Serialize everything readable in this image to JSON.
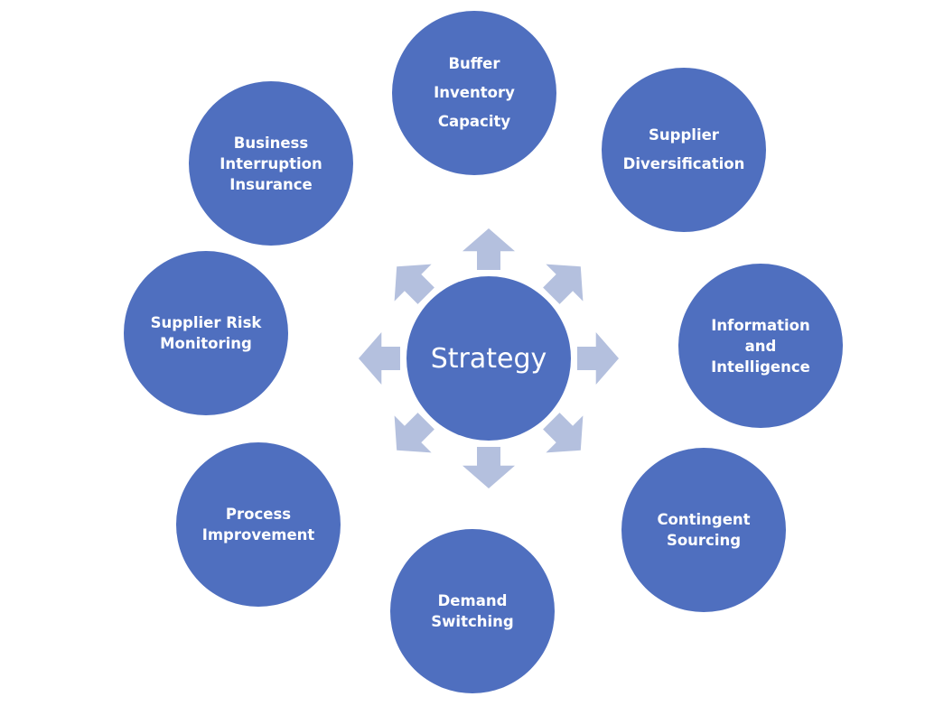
{
  "center": {
    "label": "Strategy"
  },
  "nodes": [
    {
      "id": "buffer-inventory-capacity",
      "lines": [
        "Buffer",
        "Inventory",
        "Capacity"
      ]
    },
    {
      "id": "supplier-diversification",
      "lines": [
        "Supplier",
        "Diversification"
      ]
    },
    {
      "id": "information-and-intelligence",
      "lines": [
        "Information",
        "and",
        "Intelligence"
      ]
    },
    {
      "id": "contingent-sourcing",
      "lines": [
        "Contingent",
        "Sourcing"
      ]
    },
    {
      "id": "demand-switching",
      "lines": [
        "Demand",
        "Switching"
      ]
    },
    {
      "id": "process-improvement",
      "lines": [
        "Process",
        "Improvement"
      ]
    },
    {
      "id": "supplier-risk-monitoring",
      "lines": [
        "Supplier Risk",
        "Monitoring"
      ]
    },
    {
      "id": "business-interruption-insurance",
      "lines": [
        "Business",
        "Interruption",
        "Insurance"
      ]
    }
  ],
  "colors": {
    "node_fill": "#4F6FBF",
    "arrow_fill": "#B4C0DE",
    "text": "#FFFFFF"
  }
}
